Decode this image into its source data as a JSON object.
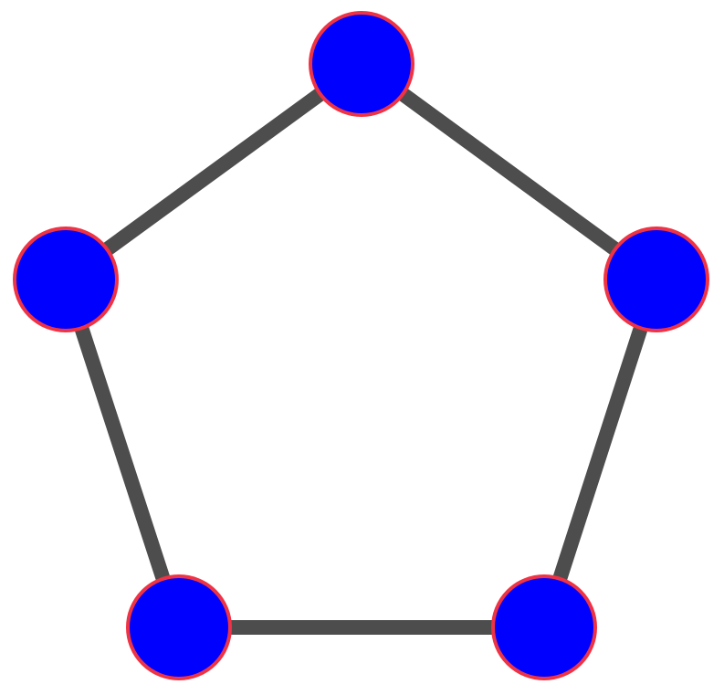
{
  "graph": {
    "type": "cycle",
    "nodes": [
      {
        "id": "top"
      },
      {
        "id": "right"
      },
      {
        "id": "bottom-right"
      },
      {
        "id": "bottom-left"
      },
      {
        "id": "left"
      }
    ],
    "edges": [
      [
        "top",
        "right"
      ],
      [
        "right",
        "bottom-right"
      ],
      [
        "bottom-right",
        "bottom-left"
      ],
      [
        "bottom-left",
        "left"
      ],
      [
        "left",
        "top"
      ]
    ]
  },
  "colors": {
    "node_fill": "#0000ff",
    "node_stroke": "#ee3344",
    "edge": "#4d4d4d",
    "background": "#ffffff"
  }
}
